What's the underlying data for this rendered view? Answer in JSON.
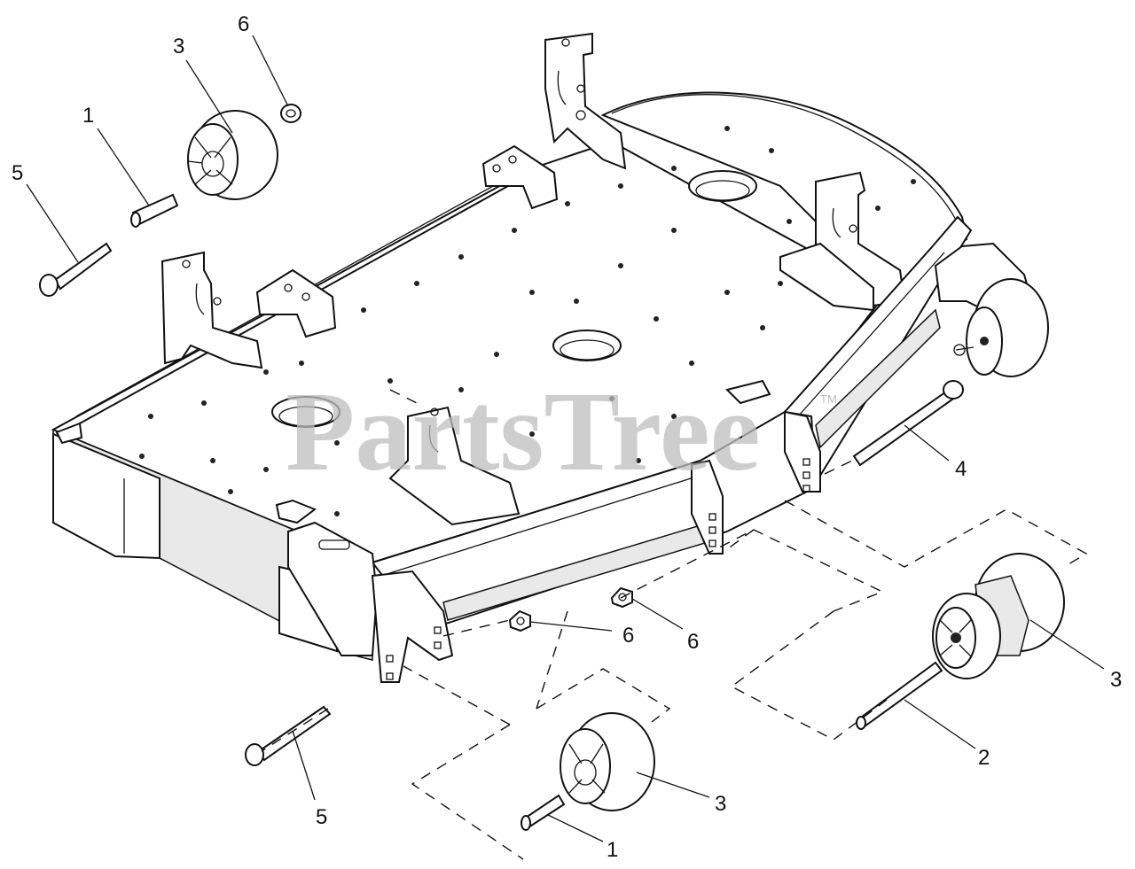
{
  "watermark": {
    "text": "PartsTree",
    "tm": "TM"
  },
  "callouts": [
    {
      "id": "c1",
      "label": "5"
    },
    {
      "id": "c2",
      "label": "1"
    },
    {
      "id": "c3",
      "label": "3"
    },
    {
      "id": "c4",
      "label": "6"
    },
    {
      "id": "c5",
      "label": "4"
    },
    {
      "id": "c6",
      "label": "6"
    },
    {
      "id": "c7",
      "label": "6"
    },
    {
      "id": "c8",
      "label": "3"
    },
    {
      "id": "c9",
      "label": "2"
    },
    {
      "id": "c10",
      "label": "5"
    },
    {
      "id": "c11",
      "label": "3"
    },
    {
      "id": "c12",
      "label": "1"
    }
  ]
}
